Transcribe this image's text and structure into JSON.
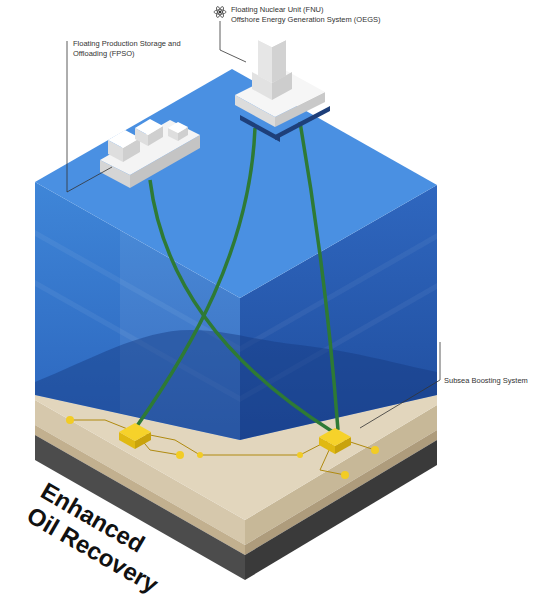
{
  "diagram": {
    "title": "Enhanced Oil Recovery",
    "labels": [
      "Floating Nuclear Unit (FNU)",
      "Offshore Energy Generation System (OEGS)",
      "Floating Production Storage and Offloading (FPSO)",
      "Subsea Boosting System"
    ]
  }
}
